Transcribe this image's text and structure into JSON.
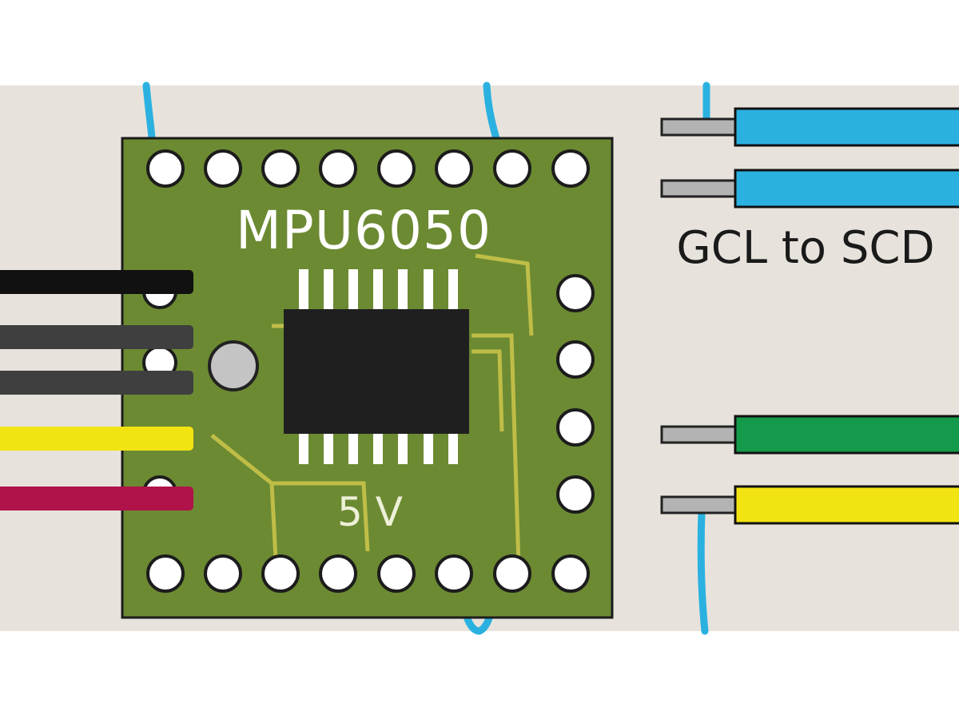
{
  "labels": {
    "board": "MPU6050",
    "voltage": "5 V",
    "right_caption": "GCL to SCD"
  },
  "colors": {
    "background": "#e7e3dc",
    "pcb": "#6c8a32",
    "pcb_border": "#1c1c1c",
    "trace": "#c9c34a",
    "chip": "#1f1f1f",
    "pin": "#ffffff",
    "jumper_blue": "#2bb1e0",
    "wire_black": "#111111",
    "wire_dark_gray": "#3f3f3f",
    "wire_yellow": "#f2e312",
    "wire_magenta": "#b0124a",
    "wire_green": "#139a4a",
    "connector_metal": "#b3b3b3"
  },
  "left_wires": [
    {
      "name": "wire-black",
      "color": "#111111"
    },
    {
      "name": "wire-dark-gray-1",
      "color": "#3f3f3f"
    },
    {
      "name": "wire-dark-gray-2",
      "color": "#3f3f3f"
    },
    {
      "name": "wire-yellow",
      "color": "#f2e312"
    },
    {
      "name": "wire-magenta",
      "color": "#b0124a"
    }
  ],
  "right_wires": [
    {
      "name": "wire-blue-1",
      "color": "#2bb1e0"
    },
    {
      "name": "wire-blue-2",
      "color": "#2bb1e0"
    },
    {
      "name": "wire-green",
      "color": "#139a4a"
    },
    {
      "name": "wire-yellow-right",
      "color": "#f2e312"
    }
  ]
}
